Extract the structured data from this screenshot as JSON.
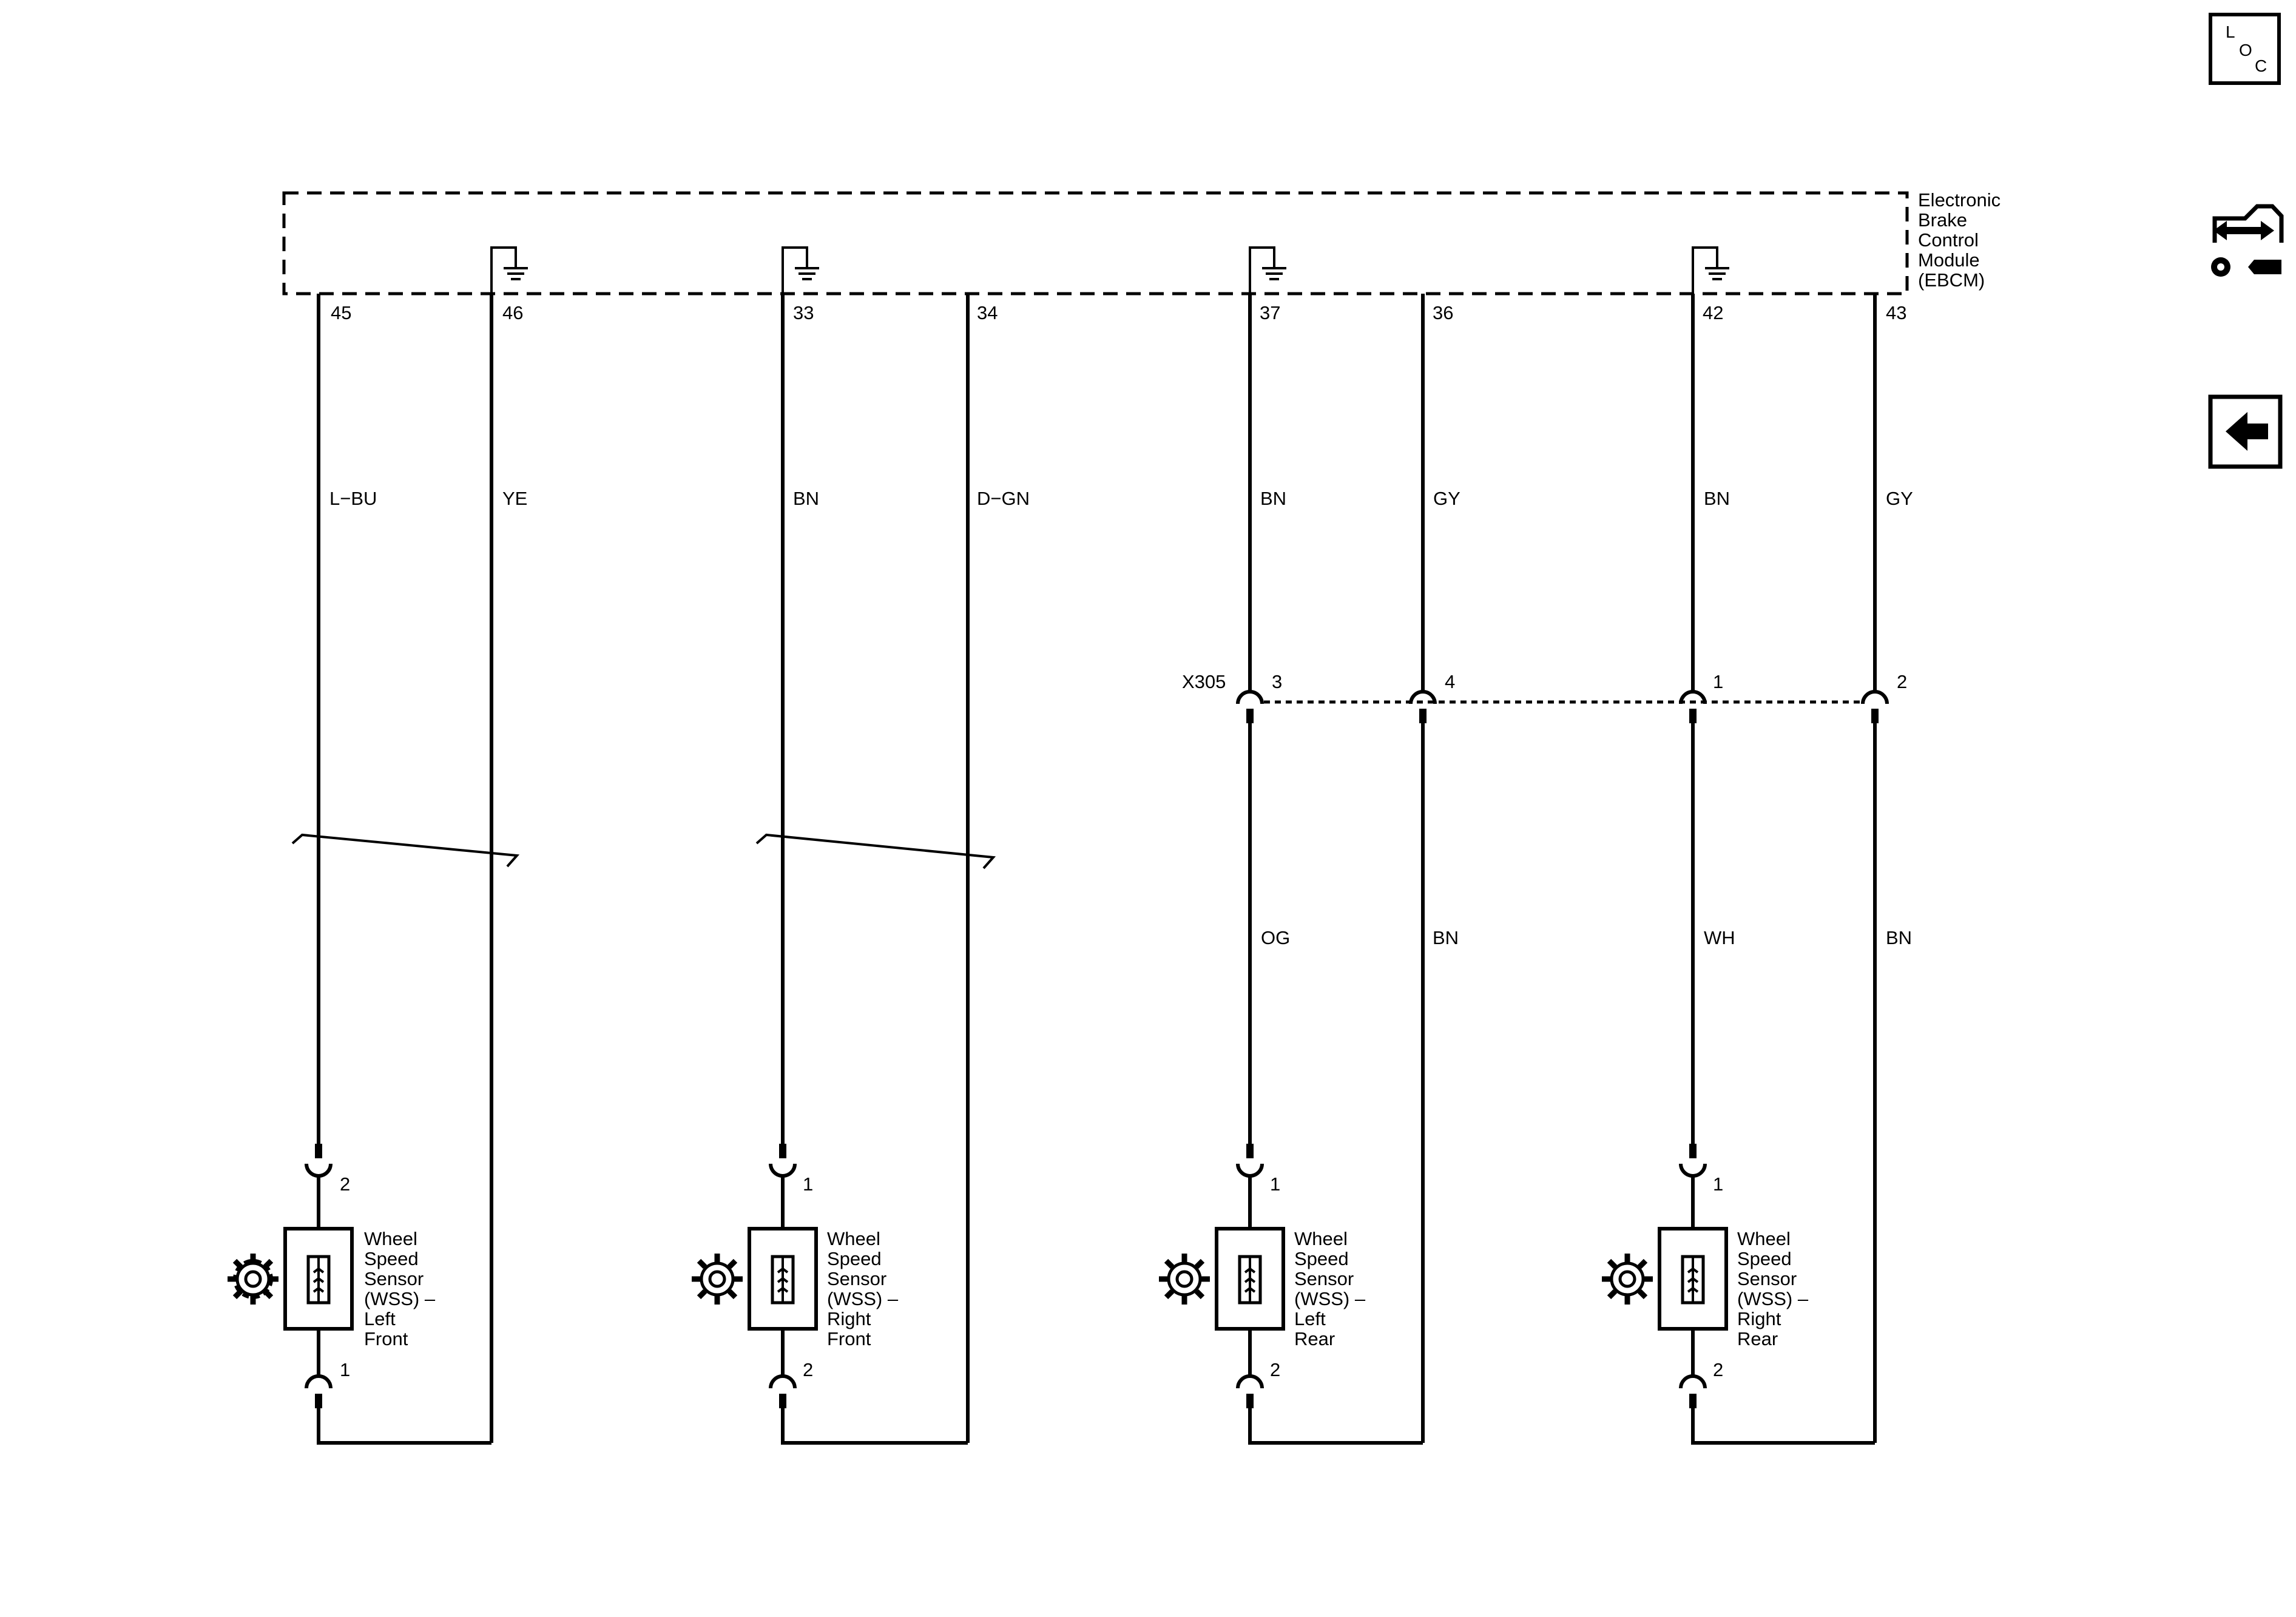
{
  "module": {
    "label_lines": [
      "Electronic",
      "Brake",
      "Control",
      "Module",
      "(EBCM)"
    ]
  },
  "pins": {
    "p45": "45",
    "p46": "46",
    "p33": "33",
    "p34": "34",
    "p37": "37",
    "p36": "36",
    "p42": "42",
    "p43": "43"
  },
  "wires_upper": {
    "w1": "L−BU",
    "w2": "YE",
    "w3": "BN",
    "w4": "D−GN",
    "w5": "BN",
    "w6": "GY",
    "w7": "BN",
    "w8": "GY"
  },
  "connector_x305": {
    "name": "X305",
    "pins": [
      "3",
      "4",
      "1",
      "2"
    ]
  },
  "wires_lower": {
    "w5": "OG",
    "w6": "BN",
    "w7": "WH",
    "w8": "BN"
  },
  "sensors": [
    {
      "label_lines": [
        "Wheel",
        "Speed",
        "Sensor",
        "(WSS) –",
        "Left",
        "Front"
      ],
      "pin_top": "2",
      "pin_bottom": "1"
    },
    {
      "label_lines": [
        "Wheel",
        "Speed",
        "Sensor",
        "(WSS) –",
        "Right",
        "Front"
      ],
      "pin_top": "1",
      "pin_bottom": "2"
    },
    {
      "label_lines": [
        "Wheel",
        "Speed",
        "Sensor",
        "(WSS) –",
        "Left",
        "Rear"
      ],
      "pin_top": "1",
      "pin_bottom": "2"
    },
    {
      "label_lines": [
        "Wheel",
        "Speed",
        "Sensor",
        "(WSS) –",
        "Right",
        "Rear"
      ],
      "pin_top": "1",
      "pin_bottom": "2"
    }
  ],
  "side_nav": {
    "loc_letters": [
      "L",
      "O",
      "C"
    ],
    "loc_icon": "loc-icon",
    "connector_icon": "connector-tool-icon",
    "back_icon": "back-arrow-icon"
  }
}
